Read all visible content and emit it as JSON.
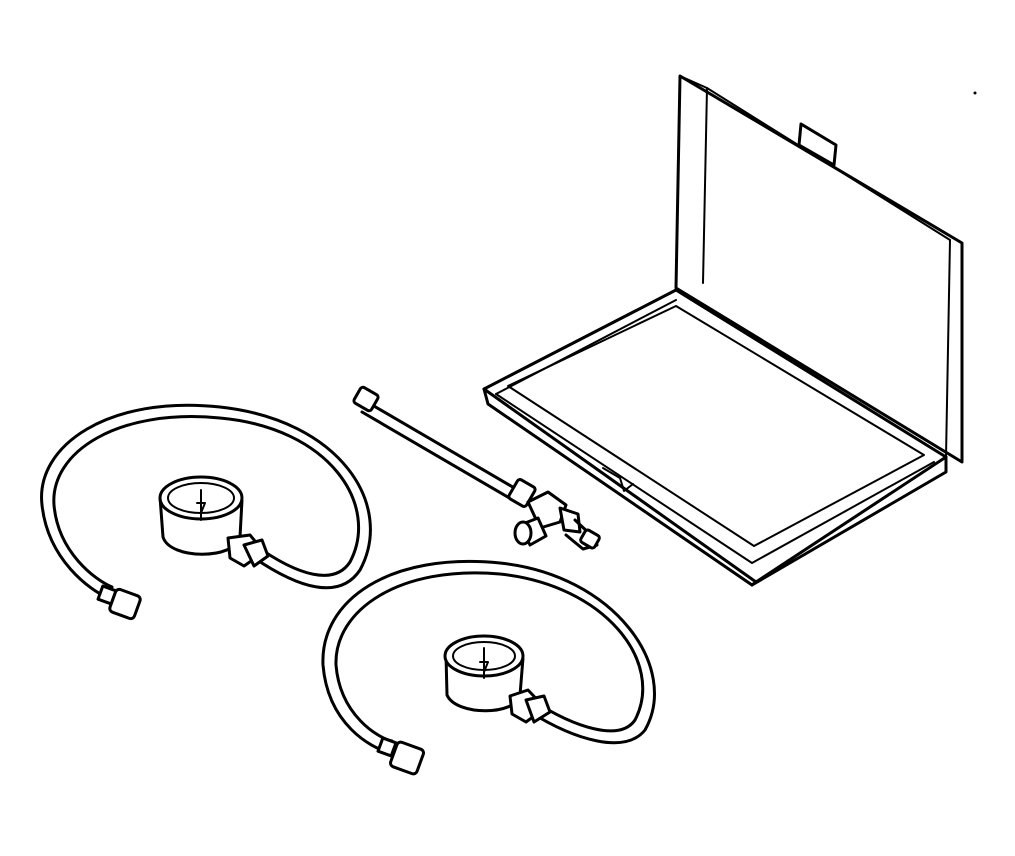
{
  "scene": {
    "items": [
      {
        "name": "carrying-case",
        "icon": "open-case-icon"
      },
      {
        "name": "pressure-gauge-hose",
        "icon": "gauge-icon",
        "count": 2
      },
      {
        "name": "tee-adapter-hose",
        "icon": "tee-fitting-icon"
      }
    ],
    "line_color": "#000000",
    "background": "#ffffff"
  }
}
